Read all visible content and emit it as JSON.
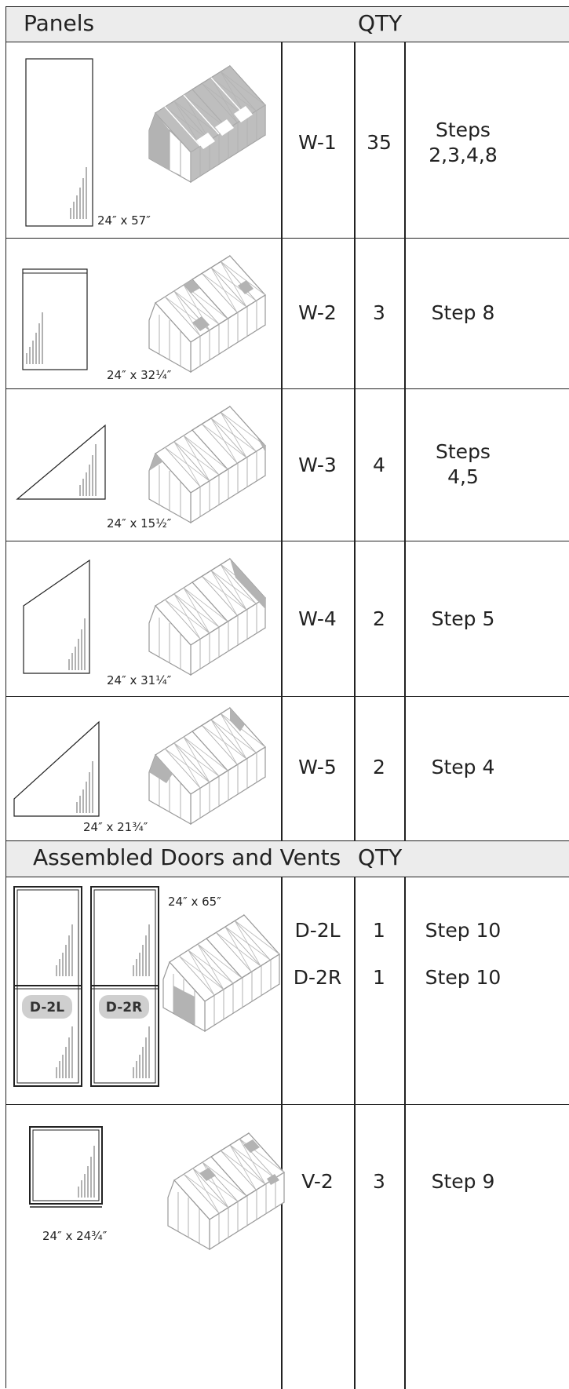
{
  "panels_section": {
    "title": "Panels",
    "qty_header": "QTY"
  },
  "panel_rows": [
    {
      "size": "24″ x 57″",
      "code": "W-1",
      "qty": "35",
      "steps": "Steps\n2,3,4,8"
    },
    {
      "size": "24″ x 32¼″",
      "code": "W-2",
      "qty": "3",
      "steps": "Step 8"
    },
    {
      "size": "24″ x 15½″",
      "code": "W-3",
      "qty": "4",
      "steps": "Steps\n4,5"
    },
    {
      "size": "24″ x 31¼″",
      "code": "W-4",
      "qty": "2",
      "steps": "Step 5"
    },
    {
      "size": "24″ x 21¾″",
      "code": "W-5",
      "qty": "2",
      "steps": "Step 4"
    }
  ],
  "doors_section": {
    "title": "Assembled Doors and Vents",
    "qty_header": "QTY"
  },
  "door_row": {
    "size": "24″ x 65″",
    "badge_left": "D-2L",
    "badge_right": "D-2R",
    "codes": [
      "D-2L",
      "D-2R"
    ],
    "qtys": [
      "1",
      "1"
    ],
    "steps": [
      "Step 10",
      "Step 10"
    ]
  },
  "vent_row": {
    "size": "24″ x 24¾″",
    "code": "V-2",
    "qty": "3",
    "steps": "Step 9"
  },
  "colors": {
    "header_bg": "#ececec",
    "line": "#222222",
    "highlight": "#b3b3b3",
    "badge": "#cfcfcf"
  }
}
